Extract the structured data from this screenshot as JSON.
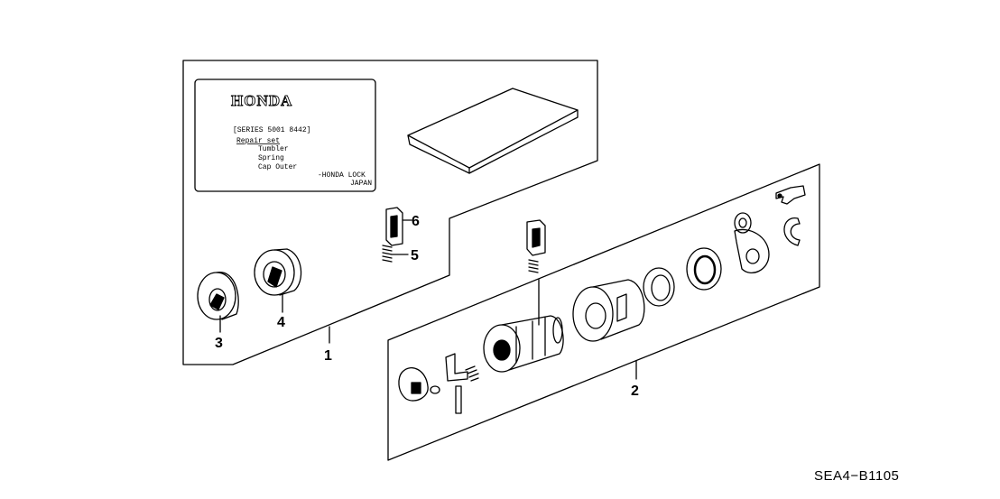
{
  "label": {
    "brand": "HONDA",
    "series": "[SERIES 5001 8442]",
    "kit_title": "Repair set",
    "items": [
      "Tumbler",
      "Spring",
      "Cap Outer"
    ],
    "maker_line1": "-HONDA LOCK",
    "maker_line2": "JAPAN"
  },
  "callouts": {
    "c1": "1",
    "c2": "2",
    "c3": "3",
    "c4": "4",
    "c5": "5",
    "c6": "6"
  },
  "diagram_ref": "SEA4−B1105"
}
